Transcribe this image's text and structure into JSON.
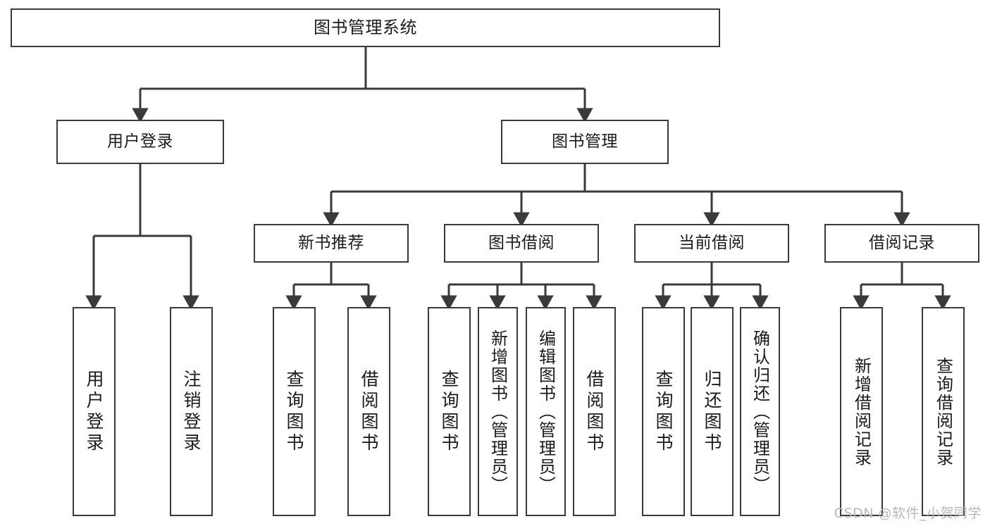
{
  "diagram": {
    "title": "图书管理系统",
    "type": "tree-hierarchy-chart",
    "watermark": "CSDN @软件_小贺同学",
    "accent_border_color": "#3a3a3a",
    "background_color": "#ffffff",
    "text_color": "#1b1b1b",
    "root": {
      "label": "图书管理系统"
    },
    "level1": [
      {
        "label": "用户登录"
      },
      {
        "label": "图书管理"
      }
    ],
    "level2": [
      {
        "label": "新书推荐"
      },
      {
        "label": "图书借阅"
      },
      {
        "label": "当前借阅"
      },
      {
        "label": "借阅记录"
      }
    ],
    "leaves": {
      "user_login": [
        {
          "label": "用户登录"
        },
        {
          "label": "注销登录"
        }
      ],
      "new_book_recommend": [
        {
          "label": "查询图书"
        },
        {
          "label": "借阅图书"
        }
      ],
      "book_borrow": [
        {
          "label": "查询图书"
        },
        {
          "label": "新增图书（管理员）"
        },
        {
          "label": "编辑图书（管理员）"
        },
        {
          "label": "借阅图书"
        }
      ],
      "current_borrow": [
        {
          "label": "查询图书"
        },
        {
          "label": "归还图书"
        },
        {
          "label": "确认归还（管理员）"
        }
      ],
      "borrow_record": [
        {
          "label": "新增借阅记录"
        },
        {
          "label": "查询借阅记录"
        }
      ]
    }
  }
}
